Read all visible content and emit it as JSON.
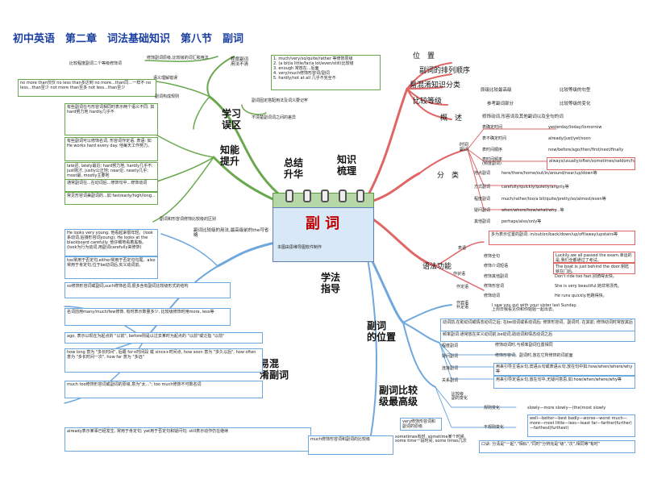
{
  "header": {
    "title": "初中英语　第二章　词法基础知识　第八节　副词"
  },
  "center": {
    "label": "副 词",
    "note": "本图由思维导图软件制作"
  },
  "branches": {
    "zhishi": "知识\n梳理",
    "zongjie": "总结\n升华",
    "xuexi": "学法\n指导",
    "tisheng": "知能\n提升",
    "wuqu": "学习\n误区",
    "yihun": "易混\n淆副词",
    "weizhi_l": "副词\n的位置",
    "bijiao_l": "副词比较\n级最高级"
  },
  "right_top": {
    "weizhi": "位　置",
    "pailie": "副词的排列顺序",
    "yicuo": "易混淆知识分类",
    "bijiao": "比较等级",
    "gaishu": "概　述",
    "fenlei": "分　类",
    "yufa": "语法功能",
    "yuanji": "原级比较最高级",
    "yuanji_note": "比较等级的句型",
    "cankao": "参考副词部分",
    "cankao_note": "比较等级的变化",
    "gaishu_note": "修饰动词,形容词及其他副词以及全句的词",
    "shijian": "时间\n副词",
    "biaoshi_1": "表确定时间",
    "biaoshi_1v": "yesterday/today/tomorrow",
    "biaoshi_2": "表不确定时间",
    "biaoshi_2v": "already/just/yet/soon",
    "biaoshi_3": "表时间顺序",
    "biaoshi_3v": "now/before/ago/then/first/next/finally",
    "biaoshi_4": "表时间频率\n(频度副词)",
    "biaoshi_4v": "always/usually/often/sometimes/seldom/hardly/never/ever",
    "didian": "地点副词",
    "didian_v": "here/there/home/out/in/around/near/up/down等",
    "fangshi": "方式副词",
    "fangshi_v": "carefully/quickly/quietly/angrily等",
    "chengdu": "程度副词",
    "chengdu_v": "much/rather/too/a bit/quite/pretty/so/almost/even等",
    "yiwen": "疑问副词",
    "yiwen_v": "when/where/how/what/why...等",
    "qita": "其他副词",
    "qita_v": "perhaps/also/only等",
    "biaoyu": "表语",
    "biaoyu_v": "多为表示位置的副词: in/out/on/back/down/up/off/away/upstairs等",
    "zhuangyu": "作状语",
    "dingyu": "作定语",
    "buyu": "作宾语\n补足语",
    "buyu_v": "I saw you out with your sister last Sunday.\n上周日我看见你和你姐姐一起出去。",
    "xs_1": "修饰全句",
    "xs_1v": "Luckily,we all passed the exam.幸运的是,我们全都通过了考试。",
    "xs_2": "修饰介词短语",
    "xs_2v": "The boat is just behind the door.钥匙就在门后。",
    "xs_3": "修饰其他副词",
    "xs_3v": "Don't ride too fast.别骑得太快。",
    "xs_4": "修饰形容词",
    "xs_4v": "She is very beautiful.她非常漂亮。",
    "xs_5": "修饰动词",
    "xs_5v": "He runs quickly.他跑得快。"
  },
  "right_bottom": {
    "intro": "动词前,在助动词或情态动词之后; 在be动词或系动词后; 修饰形容词、副词时, 在其前; 修饰动词时常放其后",
    "rule_1": "频率副词:通常放在实义动词前,be动词,助动词和情态动词之后",
    "rule_2": "程度副词",
    "rule_2v": "修饰动词时,与频率副词位置相同",
    "rule_3": "疑问副词",
    "rule_3v": "修饰形容词、副词时,放在它所修饰的词前面",
    "rule_4": "连接副词",
    "rule_4v": "用来引导主语从句,宾语从句或表语从句,放在句中如:how/when/where/why等",
    "rule_5": "关系副词",
    "rule_5v": "用来引导定语从句,放在句中,无疑问意思,如:how/when/where/why等",
    "bj_1": "比较级\n副的变化",
    "rule_6": "规则变化",
    "rule_6v": "slowly—more slowly—(the)most slowly",
    "rule_7": "不规则变化",
    "rule_7v": "well—better—best badly—worse—worst much—more—most little—less—least far—farther(further)—farthest(furthest)",
    "tip": "口诀: 分清是\"一起\",\"相似\",\"同时\"分辨完是\"级\",\"次\",相同等\"有时\""
  },
  "left": {
    "ll_1": "修饰副词原级,比较级的词汇和用法",
    "ll_1b": "程度副词\n用法不清",
    "ll_1c": "比较程度副词二个等级修饰词",
    "ll_list": "1. much/very/so/quite/rather 等修饰原级\n2. (a bit/a little/far/a lot/even/still)比较级\n3. enough 常放在...后面\n4. very/much修饰形容词/副词\n5. hardly/not at all 几乎不完全不",
    "ll_2": "语义理解错误",
    "ll_2v": "no more than仅仅 no less than多达到 no more...than同…一样不 no less...than至少 not more than至多 not less...than至少",
    "ll_3": "副词构成规则",
    "ll_3b": "副词固定搭配用法及词义要记牢",
    "ll_4": "不清楚副词词之间的差异",
    "ll_5": "有些副词在与形容词相同时表示两个语义不同: 如 hard努力地 hardly几乎不",
    "ll_6": "有些副词可以修饰名词, 形容词作定语, 表语: 如 He works hard every day. 他每天工作努力。",
    "ll_7": "late迟, lately最近; hard努力地, hardly几乎不; just刚才, justly公正地; near近, nearly几乎; most最, mostly主要地",
    "ll_8": "通常副词在...在动词后...修饰句中...修饰动词",
    "ll_9": "常见形容词兼副词的...如 fast/early/high/long...",
    "ll_10": "副词和形容词修饰比较级的区别",
    "ll_11": "He looks very young. 他看起来很年轻。(look系动词,后接形容词young); He looks at the blackboard carefully. 他仔细地看着黑板。(look为行为动词,用副词carefully来修饰)",
    "ll_12": "too常用于否定句,either常用于否定句句尾。also常用于肯定句,位于be动词后,实义动词前。"
  },
  "bottom_left": {
    "bl_1": "副词比较级的用法,最高级前的the可省略",
    "bl_2": "so修饰形容词或副词,such修饰名词,很多含有副词比较级形式的结构",
    "bl_3": "名词前用many/much/few修饰, 有时表示数量多少, 比较级修饰时用more, less等",
    "bl_4": "ago, 表示以现在为起点的 \"以前\", before则是以过去某时为起点的 \"以前\"或泛指 \"以前\"",
    "bl_5": "how long 意为 \"多长时间\", 后跟 for+时间段 或 since+时间点, how soon 意为 \"多久以后\", how often 意为 \"多长时间一次\", how far 意为 \"多远\"",
    "bl_6": "much too修饰形容词或副词的原级,意为\"太...\"; too much修饰不可数名词",
    "bl_7": "already表示某事已经发生, 常用于肯定句; yet用于否定句和疑问句; still表示动作仍在继续",
    "bl_8": "very修饰形容词和副词的原级",
    "bl_9": "much修饰形容词和副词的比较级",
    "bl_10": "sometimes有时, sometime某个时候, some time一段时间, some times几次"
  }
}
